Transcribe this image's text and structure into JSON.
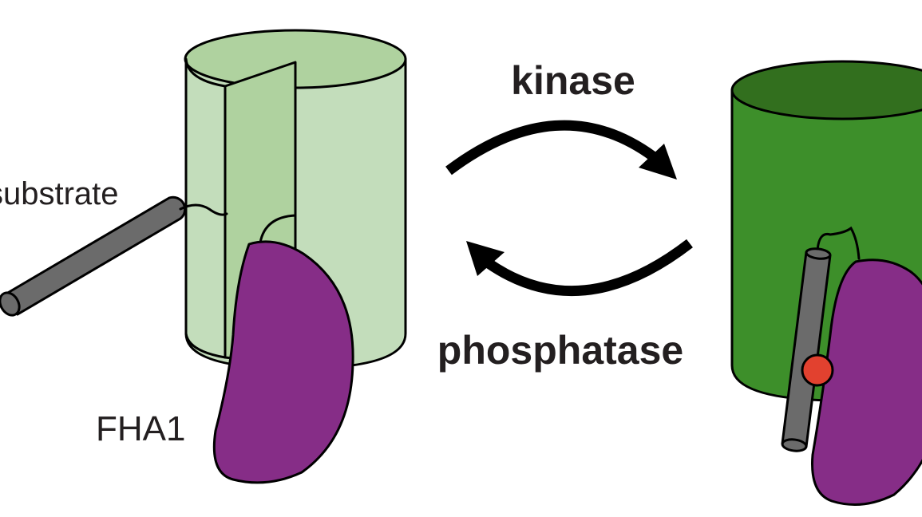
{
  "labels": {
    "kinase": "kinase",
    "phosphatase": "phosphatase",
    "substrate": "substrate",
    "fha1": "FHA1"
  },
  "colors": {
    "light_cylinder": "#c3ddbb",
    "light_cylinder_top": "#afd29f",
    "dark_cylinder": "#3d8f2a",
    "dark_cylinder_top": "#326f1e",
    "fha1": "#862d87",
    "substrate_rod": "#6b6b6b",
    "phospho_dot": "#e2412f",
    "stroke": "#000000"
  }
}
